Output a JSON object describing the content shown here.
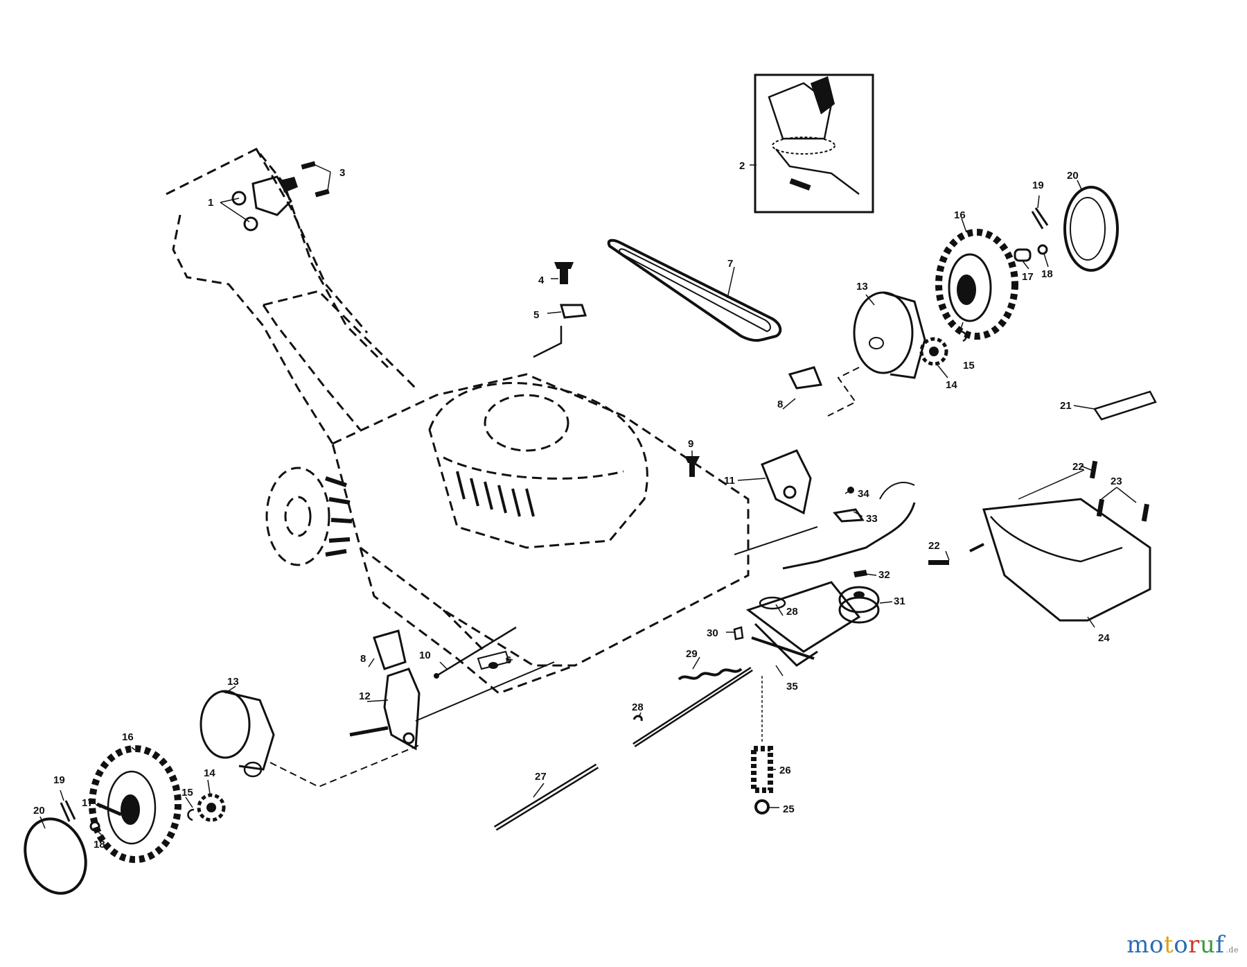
{
  "diagram": {
    "parts": [
      {
        "id": "p1",
        "label": "1"
      },
      {
        "id": "p2",
        "label": "2"
      },
      {
        "id": "p3",
        "label": "3"
      },
      {
        "id": "p4",
        "label": "4"
      },
      {
        "id": "p5",
        "label": "5"
      },
      {
        "id": "p6",
        "label": "6"
      },
      {
        "id": "p7",
        "label": "7"
      },
      {
        "id": "p8a",
        "label": "8"
      },
      {
        "id": "p8b",
        "label": "8"
      },
      {
        "id": "p9",
        "label": "9"
      },
      {
        "id": "p10",
        "label": "10"
      },
      {
        "id": "p11",
        "label": "11"
      },
      {
        "id": "p12",
        "label": "12"
      },
      {
        "id": "p13a",
        "label": "13"
      },
      {
        "id": "p13b",
        "label": "13"
      },
      {
        "id": "p14a",
        "label": "14"
      },
      {
        "id": "p14b",
        "label": "14"
      },
      {
        "id": "p15a",
        "label": "15"
      },
      {
        "id": "p15b",
        "label": "15"
      },
      {
        "id": "p16a",
        "label": "16"
      },
      {
        "id": "p16b",
        "label": "16"
      },
      {
        "id": "p17a",
        "label": "17"
      },
      {
        "id": "p17b",
        "label": "17"
      },
      {
        "id": "p18a",
        "label": "18"
      },
      {
        "id": "p18b",
        "label": "18"
      },
      {
        "id": "p19a",
        "label": "19"
      },
      {
        "id": "p19b",
        "label": "19"
      },
      {
        "id": "p20a",
        "label": "20"
      },
      {
        "id": "p20b",
        "label": "20"
      },
      {
        "id": "p21",
        "label": "21"
      },
      {
        "id": "p22a",
        "label": "22"
      },
      {
        "id": "p22b",
        "label": "22"
      },
      {
        "id": "p23",
        "label": "23"
      },
      {
        "id": "p24",
        "label": "24"
      },
      {
        "id": "p25",
        "label": "25"
      },
      {
        "id": "p26",
        "label": "26"
      },
      {
        "id": "p27",
        "label": "27"
      },
      {
        "id": "p28a",
        "label": "28"
      },
      {
        "id": "p28b",
        "label": "28"
      },
      {
        "id": "p29",
        "label": "29"
      },
      {
        "id": "p30",
        "label": "30"
      },
      {
        "id": "p31",
        "label": "31"
      },
      {
        "id": "p32",
        "label": "32"
      },
      {
        "id": "p33",
        "label": "33"
      },
      {
        "id": "p34",
        "label": "34"
      },
      {
        "id": "p35",
        "label": "35"
      }
    ]
  },
  "watermark": {
    "brand": "motoruf",
    "suffix": ".de",
    "letter_colors": [
      "#2a6bb5",
      "#2a6bb5",
      "#d8a21a",
      "#2a6bb5",
      "#c8382c",
      "#3a9a3a",
      "#2a6bb5"
    ]
  },
  "colors": {
    "ink": "#111111",
    "background": "#ffffff"
  }
}
